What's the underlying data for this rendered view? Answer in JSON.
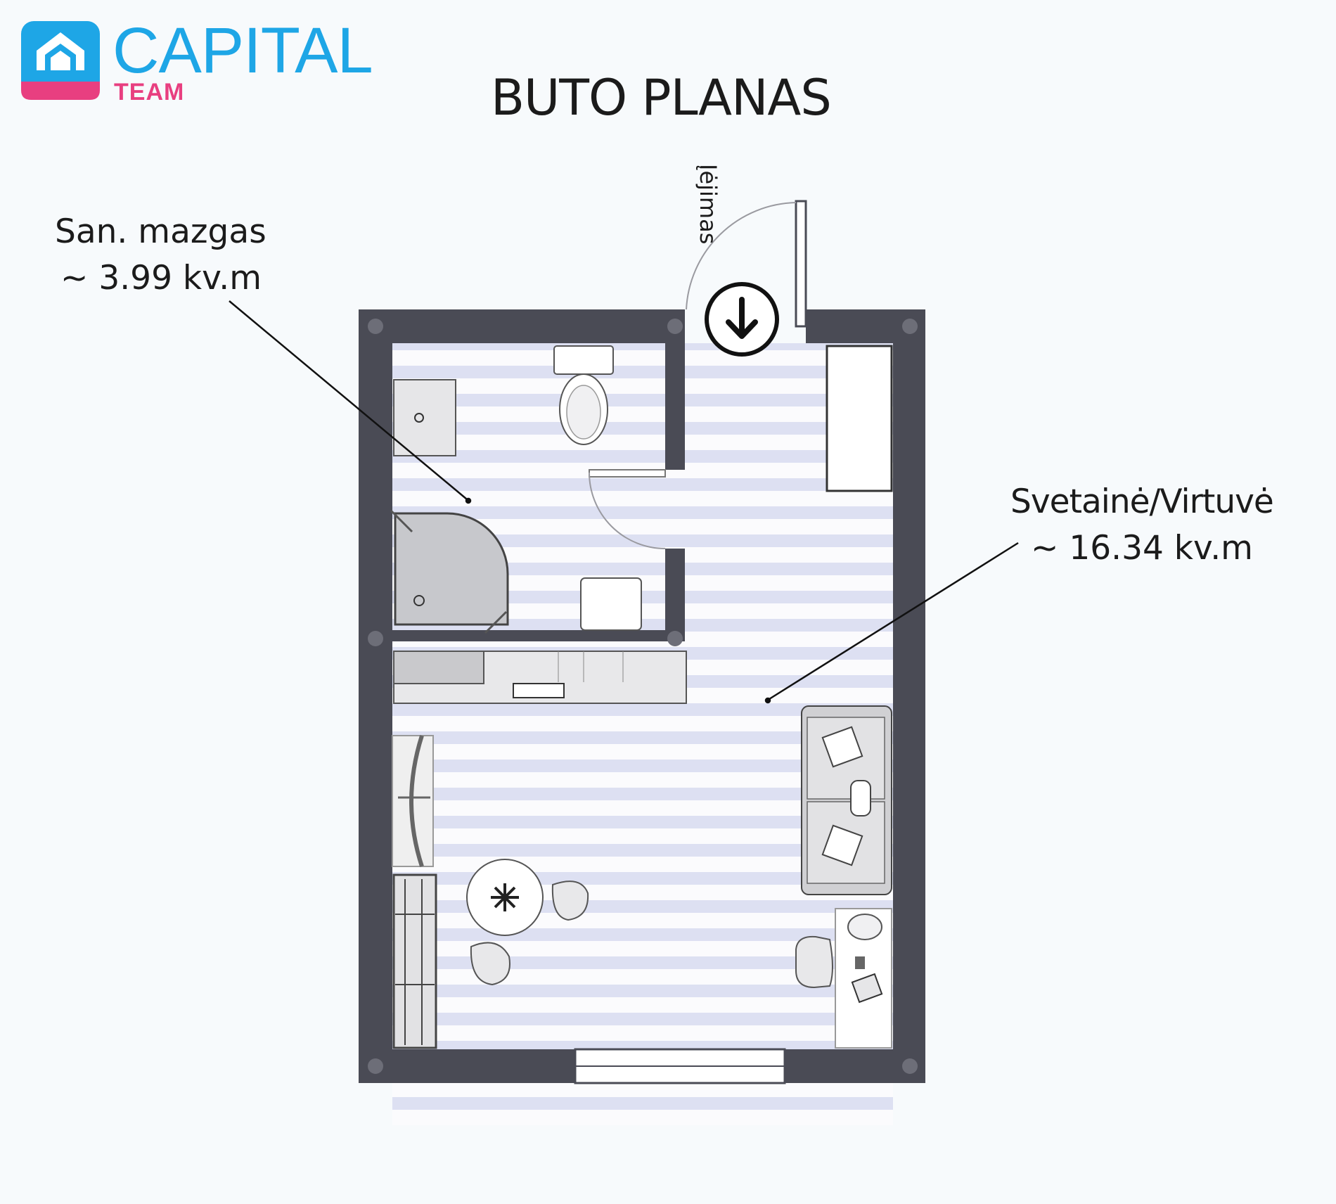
{
  "logo": {
    "name": "CAPITAL",
    "sub": "TEAM",
    "colors": {
      "blue": "#1ea6e6",
      "pink": "#e83f80"
    }
  },
  "title": "BUTO PLANAS",
  "rooms": [
    {
      "name": "San. mazgas",
      "area": "~ 3.99 kv.m"
    },
    {
      "name": "Svetainė/Virtuvė",
      "area": "~ 16.34 kv.m"
    }
  ],
  "entrance": "Įėjimas",
  "colors": {
    "wall": "#4a4b55",
    "stripe": "#dde0f2",
    "floor": "#fbfbfd",
    "fixture": "#d9d9dc",
    "text": "#1b1b1b"
  }
}
